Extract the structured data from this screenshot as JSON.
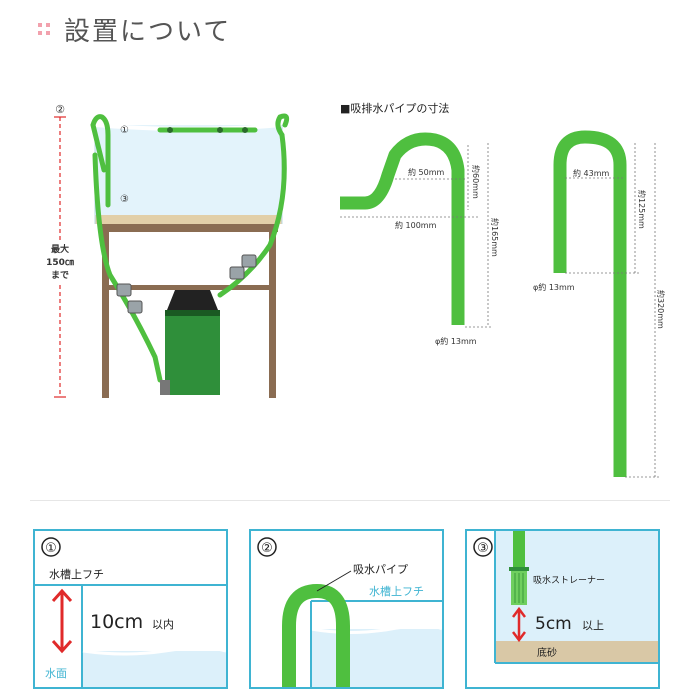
{
  "page": {
    "title": "設置について",
    "colors": {
      "pipe": "#4fbf3f",
      "frame": "#3fb4d2",
      "water": "#dcf0fa",
      "sand": "#d9c8a6",
      "arrow": "#e02a2a",
      "filter": "#1f7a2a"
    }
  },
  "setup": {
    "callout_1": "①",
    "callout_2": "②",
    "callout_3": "③",
    "height_label": [
      "最大",
      "150㎝",
      "まで"
    ]
  },
  "dims": {
    "heading": "■吸排水パイプの寸法",
    "left": {
      "span": "約 50mm",
      "drop": "約60mm",
      "reach": "約 100mm",
      "length": "約165mm",
      "diameter": "φ約 13mm"
    },
    "right": {
      "span": "約 43mm",
      "drop": "約125mm",
      "length": "約320mm",
      "diameter": "φ約 13mm"
    }
  },
  "panels": [
    {
      "num": "①",
      "top_label": "水槽上フチ",
      "value": "10cm",
      "suffix": "以内",
      "bottom_label": "水面"
    },
    {
      "num": "②",
      "pipe_label": "吸水パイプ",
      "rim_label": "水槽上フチ"
    },
    {
      "num": "③",
      "strainer_label": "吸水ストレーナー",
      "value": "5cm",
      "suffix": "以上",
      "sand_label": "底砂"
    }
  ]
}
